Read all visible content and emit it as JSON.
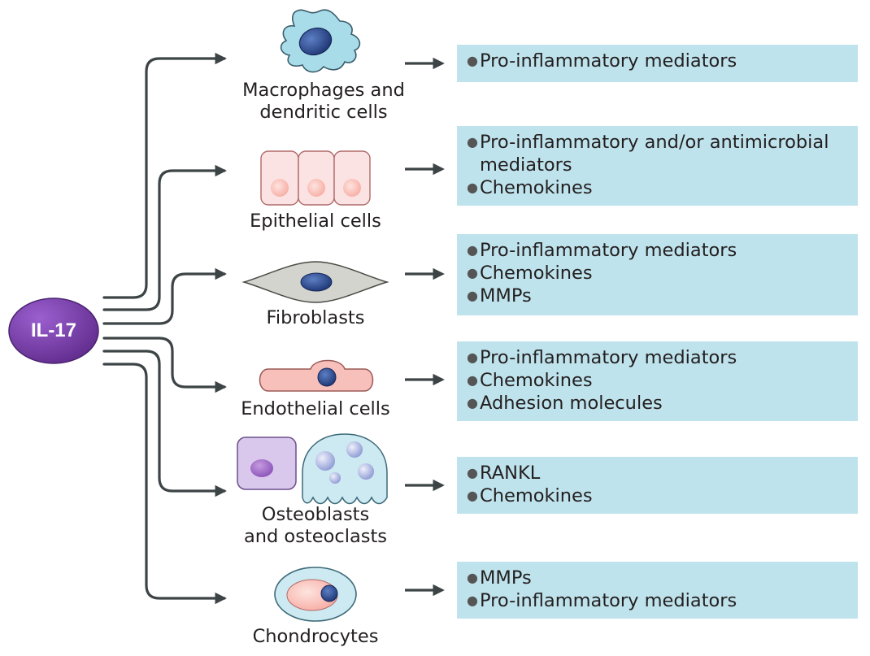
{
  "source": {
    "label": "IL-17"
  },
  "targets": [
    {
      "cell": [
        "Macrophages and",
        "dendritic cells"
      ],
      "effects": [
        [
          "Pro-inflammatory mediators"
        ]
      ]
    },
    {
      "cell": [
        "Epithelial cells"
      ],
      "effects": [
        [
          "Pro-inflammatory and/or antimicrobial",
          "mediators"
        ],
        [
          "Chemokines"
        ]
      ]
    },
    {
      "cell": [
        "Fibroblasts"
      ],
      "effects": [
        [
          "Pro-inflammatory mediators"
        ],
        [
          "Chemokines"
        ],
        [
          "MMPs"
        ]
      ]
    },
    {
      "cell": [
        "Endothelial cells"
      ],
      "effects": [
        [
          "Pro-inflammatory mediators"
        ],
        [
          "Chemokines"
        ],
        [
          "Adhesion molecules"
        ]
      ]
    },
    {
      "cell": [
        "Osteoblasts",
        "and osteoclasts"
      ],
      "effects": [
        [
          "RANKL"
        ],
        [
          "Chemokines"
        ]
      ]
    },
    {
      "cell": [
        "Chondrocytes"
      ],
      "effects": [
        [
          "MMPs"
        ],
        [
          "Pro-inflammatory mediators"
        ]
      ]
    }
  ],
  "colors": {
    "il17": "#7b3fa8",
    "box": "#bfe3ec",
    "arrow": "#3d4446",
    "macrophage": "#a8dce8",
    "nucleus": "#22407f",
    "epithelial": "#fbe3e3",
    "fibroblast": "#d4d4cf",
    "endothelial": "#f8c0bb",
    "osteoblast": "#d9c8ec",
    "osteoclast": "#cde9f1",
    "chondrocyte": "#cde9f1"
  }
}
